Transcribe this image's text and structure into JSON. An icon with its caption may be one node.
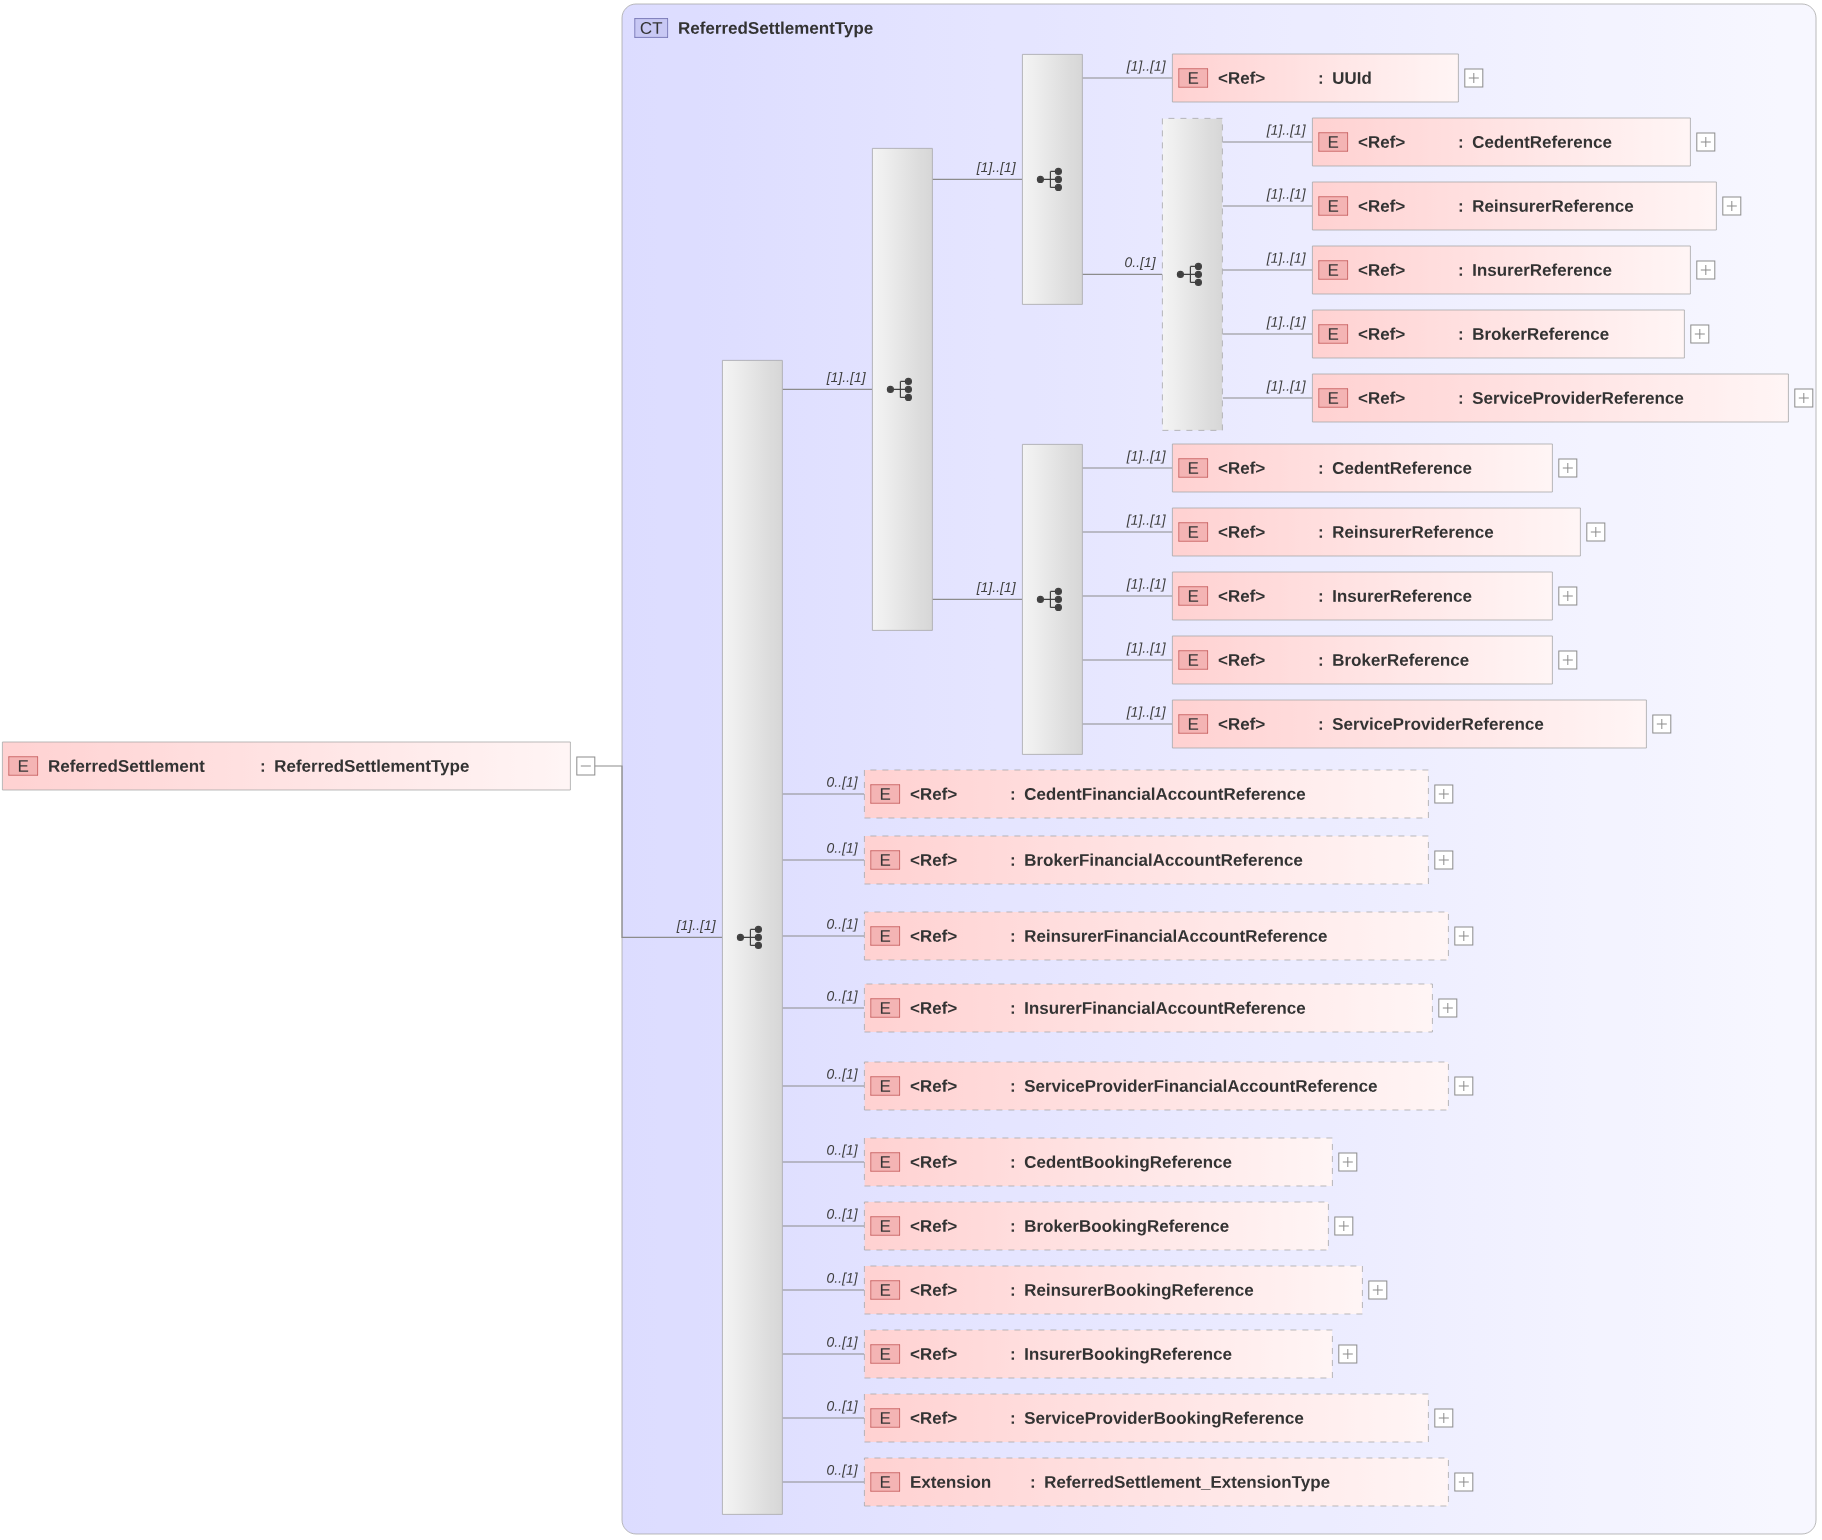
{
  "diagram": {
    "nodes": [
      {
        "text": [
          "E",
          "ReferredSettlement",
          ": ReferredSettlementType"
        ]
      },
      {
        "text": [
          "CT",
          "ReferredSettlementType"
        ]
      },
      {
        "text": [],
        "shape": "bar",
        "in": 1
      },
      {
        "text": [],
        "shape": "bar",
        "in": 1
      },
      {
        "text": [],
        "shape": "bar",
        "in": 1
      },
      {
        "text": [
          "E",
          "<Ref>",
          ": UUId"
        ],
        "in": 1
      },
      {
        "text": [],
        "shape": "bar",
        "in": 1
      },
      {
        "text": [
          "E",
          "<Ref>",
          ": CedentReference"
        ],
        "in": 1
      },
      {
        "text": [
          "E",
          "<Ref>",
          ": ReinsurerReference"
        ],
        "in": 1
      },
      {
        "text": [
          "E",
          "<Ref>",
          ": InsurerReference"
        ],
        "in": 1
      },
      {
        "text": [
          "E",
          "<Ref>",
          ": BrokerReference"
        ],
        "in": 1
      },
      {
        "text": [
          "E",
          "<Ref>",
          ": ServiceProviderReference"
        ],
        "in": 1
      },
      {
        "text": [],
        "shape": "bar",
        "in": 1
      },
      {
        "text": [
          "E",
          "<Ref>",
          ": CedentReference"
        ],
        "in": 1
      },
      {
        "text": [
          "E",
          "<Ref>",
          ": ReinsurerReference"
        ],
        "in": 1
      },
      {
        "text": [
          "E",
          "<Ref>",
          ": InsurerReference"
        ],
        "in": 1
      },
      {
        "text": [
          "E",
          "<Ref>",
          ": BrokerReference"
        ],
        "in": 1
      },
      {
        "text": [
          "E",
          "<Ref>",
          ": ServiceProviderReference"
        ],
        "in": 1
      },
      {
        "text": [
          "E",
          "<Ref>",
          ": CedentFinancialAccountReference"
        ],
        "in": 1
      },
      {
        "text": [
          "E",
          "<Ref>",
          ": BrokerFinancialAccountReference"
        ],
        "in": 1
      },
      {
        "text": [
          "E",
          "<Ref>",
          ": ReinsurerFinancialAccountReference"
        ],
        "in": 1
      },
      {
        "text": [
          "E",
          "<Ref>",
          ": InsurerFinancialAccountReference"
        ],
        "in": 1
      },
      {
        "text": [
          "E",
          "<Ref>",
          ": ServiceProviderFinancialAccountReference"
        ],
        "in": 1
      },
      {
        "text": [
          "E",
          "<Ref>",
          ": CedentBookingReference"
        ],
        "in": 1
      },
      {
        "text": [
          "E",
          "<Ref>",
          ": BrokerBookingReference"
        ],
        "in": 1
      },
      {
        "text": [
          "E",
          "<Ref>",
          ": ReinsurerBookingReference"
        ],
        "in": 1
      },
      {
        "text": [
          "E",
          "<Ref>",
          ": InsurerBookingReference"
        ],
        "in": 1
      },
      {
        "text": [
          "E",
          "<Ref>",
          ": ServiceProviderBookingReference"
        ],
        "in": 1
      },
      {
        "text": [
          "E",
          "Extension",
          ": ReferredSettlement_ExtensionType"
        ],
        "in": 1
      }
    ],
    "edges": [
      {
        "from": 0,
        "to": 2,
        "arrow": "none",
        "label": "[1]..[1]"
      },
      {
        "from": 2,
        "to": 3,
        "arrow": "none",
        "label": "[1]..[1]"
      },
      {
        "from": 3,
        "to": 4,
        "arrow": "none",
        "label": "[1]..[1]"
      },
      {
        "from": 4,
        "to": 5,
        "arrow": "none",
        "label": "[1]..[1]"
      },
      {
        "from": 4,
        "to": 6,
        "arrow": "none",
        "label": "0..[1]"
      },
      {
        "from": 6,
        "to": 7,
        "arrow": "none",
        "label": "[1]..[1]"
      },
      {
        "from": 6,
        "to": 8,
        "arrow": "none",
        "label": "[1]..[1]"
      },
      {
        "from": 6,
        "to": 9,
        "arrow": "none",
        "label": "[1]..[1]"
      },
      {
        "from": 6,
        "to": 10,
        "arrow": "none",
        "label": "[1]..[1]"
      },
      {
        "from": 6,
        "to": 11,
        "arrow": "none",
        "label": "[1]..[1]"
      },
      {
        "from": 3,
        "to": 12,
        "arrow": "none",
        "label": "[1]..[1]"
      },
      {
        "from": 12,
        "to": 13,
        "arrow": "none",
        "label": "[1]..[1]"
      },
      {
        "from": 12,
        "to": 14,
        "arrow": "none",
        "label": "[1]..[1]"
      },
      {
        "from": 12,
        "to": 15,
        "arrow": "none",
        "label": "[1]..[1]"
      },
      {
        "from": 12,
        "to": 16,
        "arrow": "none",
        "label": "[1]..[1]"
      },
      {
        "from": 12,
        "to": 17,
        "arrow": "none",
        "label": "[1]..[1]"
      },
      {
        "from": 2,
        "to": 18,
        "arrow": "none",
        "label": "0..[1]"
      },
      {
        "from": 2,
        "to": 19,
        "arrow": "none",
        "label": "0..[1]"
      },
      {
        "from": 2,
        "to": 20,
        "arrow": "none",
        "label": "0..[1]"
      },
      {
        "from": 2,
        "to": 21,
        "arrow": "none",
        "label": "0..[1]"
      },
      {
        "from": 2,
        "to": 22,
        "arrow": "none",
        "label": "0..[1]"
      },
      {
        "from": 2,
        "to": 23,
        "arrow": "none",
        "label": "0..[1]"
      },
      {
        "from": 2,
        "to": 24,
        "arrow": "none",
        "label": "0..[1]"
      },
      {
        "from": 2,
        "to": 25,
        "arrow": "none",
        "label": "0..[1]"
      },
      {
        "from": 2,
        "to": 26,
        "arrow": "none",
        "label": "0..[1]"
      },
      {
        "from": 2,
        "to": 27,
        "arrow": "none",
        "label": "0..[1]"
      },
      {
        "from": 2,
        "to": 28,
        "arrow": "none",
        "label": "0..[1]"
      }
    ]
  }
}
